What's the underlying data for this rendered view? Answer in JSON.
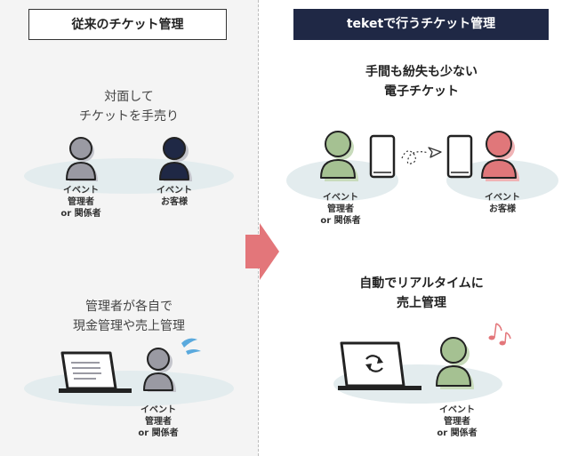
{
  "left": {
    "header": "従来のチケット管理",
    "scene1": {
      "caption": [
        "対面して",
        "チケットを手売り"
      ],
      "person_a": [
        "イベント",
        "管理者",
        "or 関係者"
      ],
      "person_b": [
        "イベント",
        "お客様"
      ]
    },
    "scene2": {
      "caption": [
        "管理者が各自で",
        "現金管理や売上管理"
      ],
      "person": [
        "イベント",
        "管理者",
        "or 関係者"
      ]
    }
  },
  "right": {
    "header": "teketで行うチケット管理",
    "scene1": {
      "caption": [
        "手間も紛失も少ない",
        "電子チケット"
      ],
      "person_a": [
        "イベント",
        "管理者",
        "or 関係者"
      ],
      "person_b": [
        "イベント",
        "お客様"
      ]
    },
    "scene2": {
      "caption": [
        "自動でリアルタイムに",
        "売上管理"
      ],
      "person": [
        "イベント",
        "管理者",
        "or 関係者"
      ]
    }
  },
  "colors": {
    "navy": "#1f2845",
    "gray_person": "#9a9aa3",
    "green_person": "#a5c192",
    "red_person": "#e0777a",
    "ground": "#e3ecee",
    "arrow": "#e3767a",
    "music_note": "#e3767a",
    "sweat": "#5aa9dd"
  },
  "icons": [
    "person-icon",
    "smartphone-icon",
    "paper-plane-icon",
    "laptop-icon",
    "refresh-icon",
    "music-note-icon",
    "sweat-drops-icon",
    "arrow-right-icon"
  ]
}
